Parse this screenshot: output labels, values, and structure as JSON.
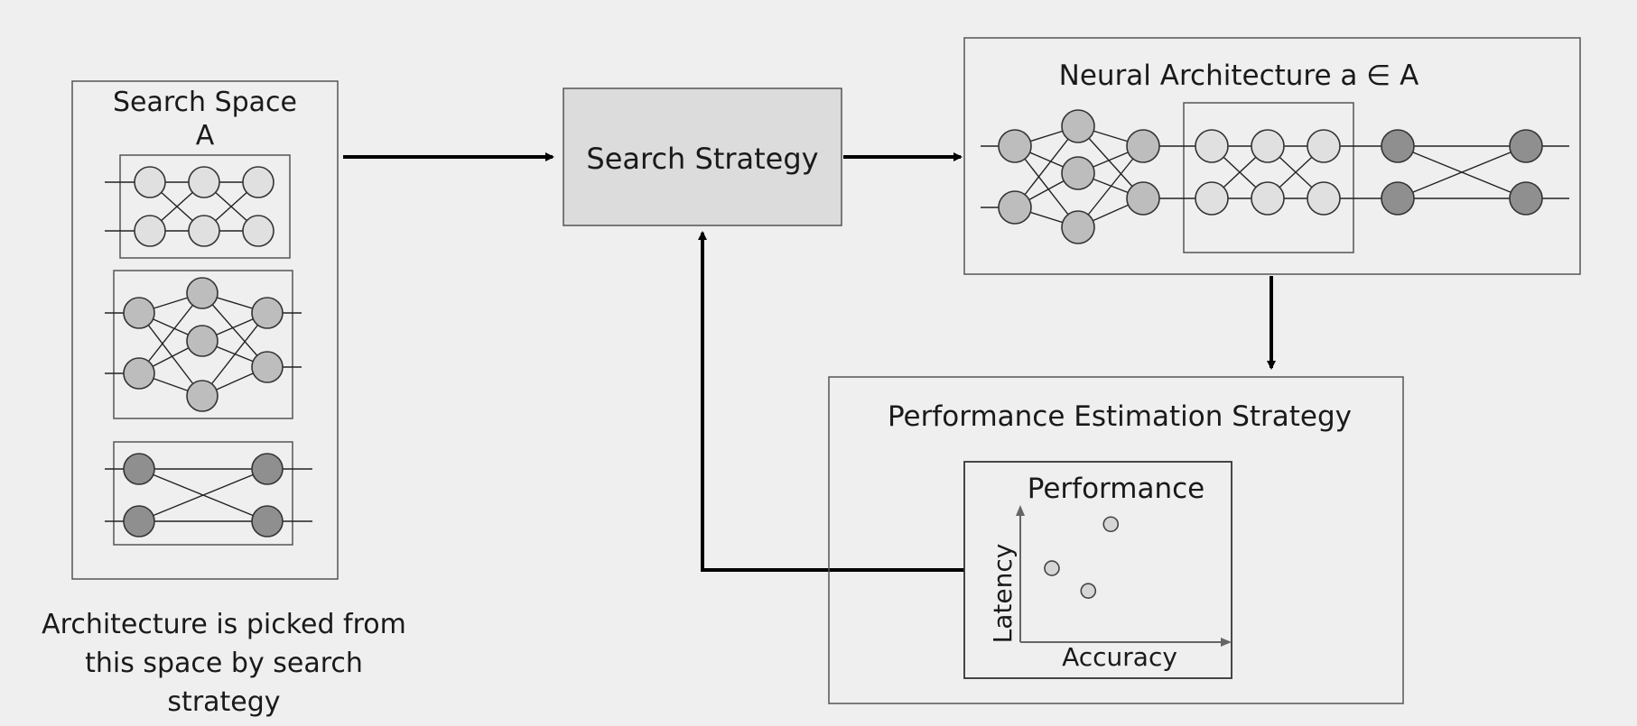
{
  "search_space": {
    "title": "Search Space",
    "symbol": "A",
    "caption_lines": [
      "Architecture is picked from",
      "this space by search",
      "strategy"
    ]
  },
  "search_strategy": {
    "label": "Search Strategy"
  },
  "neural_architecture": {
    "title": "Neural Architecture a ∈ A"
  },
  "performance_estimation": {
    "title": "Performance Estimation Strategy",
    "plot": {
      "title": "Performance",
      "xlabel": "Accuracy",
      "ylabel": "Latency"
    }
  },
  "chart_data": {
    "type": "scatter",
    "title": "Performance",
    "xlabel": "Accuracy",
    "ylabel": "Latency",
    "xlim": [
      0,
      10
    ],
    "ylim": [
      0,
      10
    ],
    "grid": false,
    "points": [
      {
        "x": 1.3,
        "y": 5.6
      },
      {
        "x": 3.4,
        "y": 3.7
      },
      {
        "x": 4.7,
        "y": 9.3
      }
    ]
  },
  "colors": {
    "node_light": "#e0e0e0",
    "node_mid": "#bdbdbd",
    "node_dark": "#8f8f8f",
    "strategy_fill": "#dcdcdc",
    "border": "#555555",
    "arrow": "#000000"
  }
}
